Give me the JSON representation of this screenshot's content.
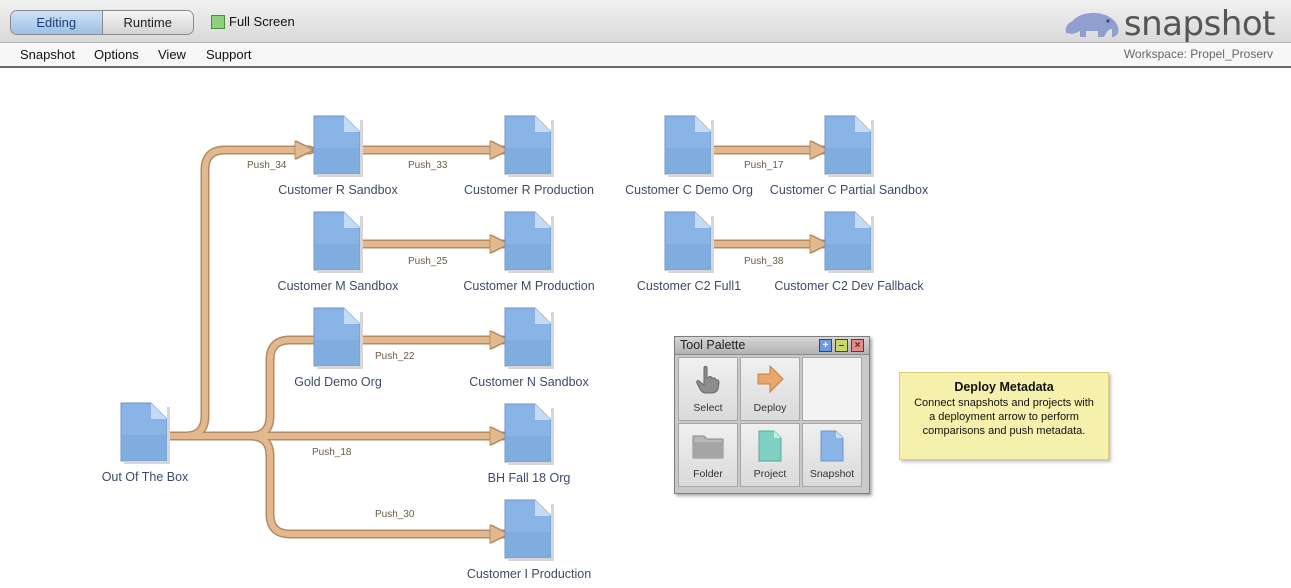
{
  "mode": {
    "editing": "Editing",
    "runtime": "Runtime"
  },
  "fullscreen_label": "Full Screen",
  "logo_text": "snapshot",
  "menu": [
    "Snapshot",
    "Options",
    "View",
    "Support"
  ],
  "workspace": "Workspace: Propel_Proserv",
  "nodes": {
    "out_of_the_box": "Out Of The Box",
    "customer_r_sandbox": "Customer R Sandbox",
    "customer_r_production": "Customer R Production",
    "customer_m_sandbox": "Customer M Sandbox",
    "customer_m_production": "Customer M Production",
    "gold_demo_org": "Gold Demo Org",
    "customer_n_sandbox": "Customer N Sandbox",
    "bh_fall_18_org": "BH Fall 18 Org",
    "customer_i_production": "Customer I Production",
    "customer_c_demo_org": "Customer C Demo Org",
    "customer_c_partial_sandbox": "Customer C Partial Sandbox",
    "customer_c2_full1": "Customer C2 Full1",
    "customer_c2_dev_fallback": "Customer C2 Dev Fallback"
  },
  "pushes": {
    "push_34": "Push_34",
    "push_33": "Push_33",
    "push_25": "Push_25",
    "push_22": "Push_22",
    "push_18": "Push_18",
    "push_30": "Push_30",
    "push_17": "Push_17",
    "push_38": "Push_38"
  },
  "palette": {
    "title": "Tool Palette",
    "tools": {
      "select": "Select",
      "deploy": "Deploy",
      "folder": "Folder",
      "project": "Project",
      "snapshot": "Snapshot"
    }
  },
  "tooltip": {
    "title": "Deploy Metadata",
    "body": "Connect snapshots and projects with a deployment arrow to perform comparisons and push metadata."
  },
  "colors": {
    "arrow": "#e2b98f",
    "arrow_border": "#b38a62",
    "doc": "#8bb4e6",
    "tooltip_bg": "#f6f0ad"
  }
}
